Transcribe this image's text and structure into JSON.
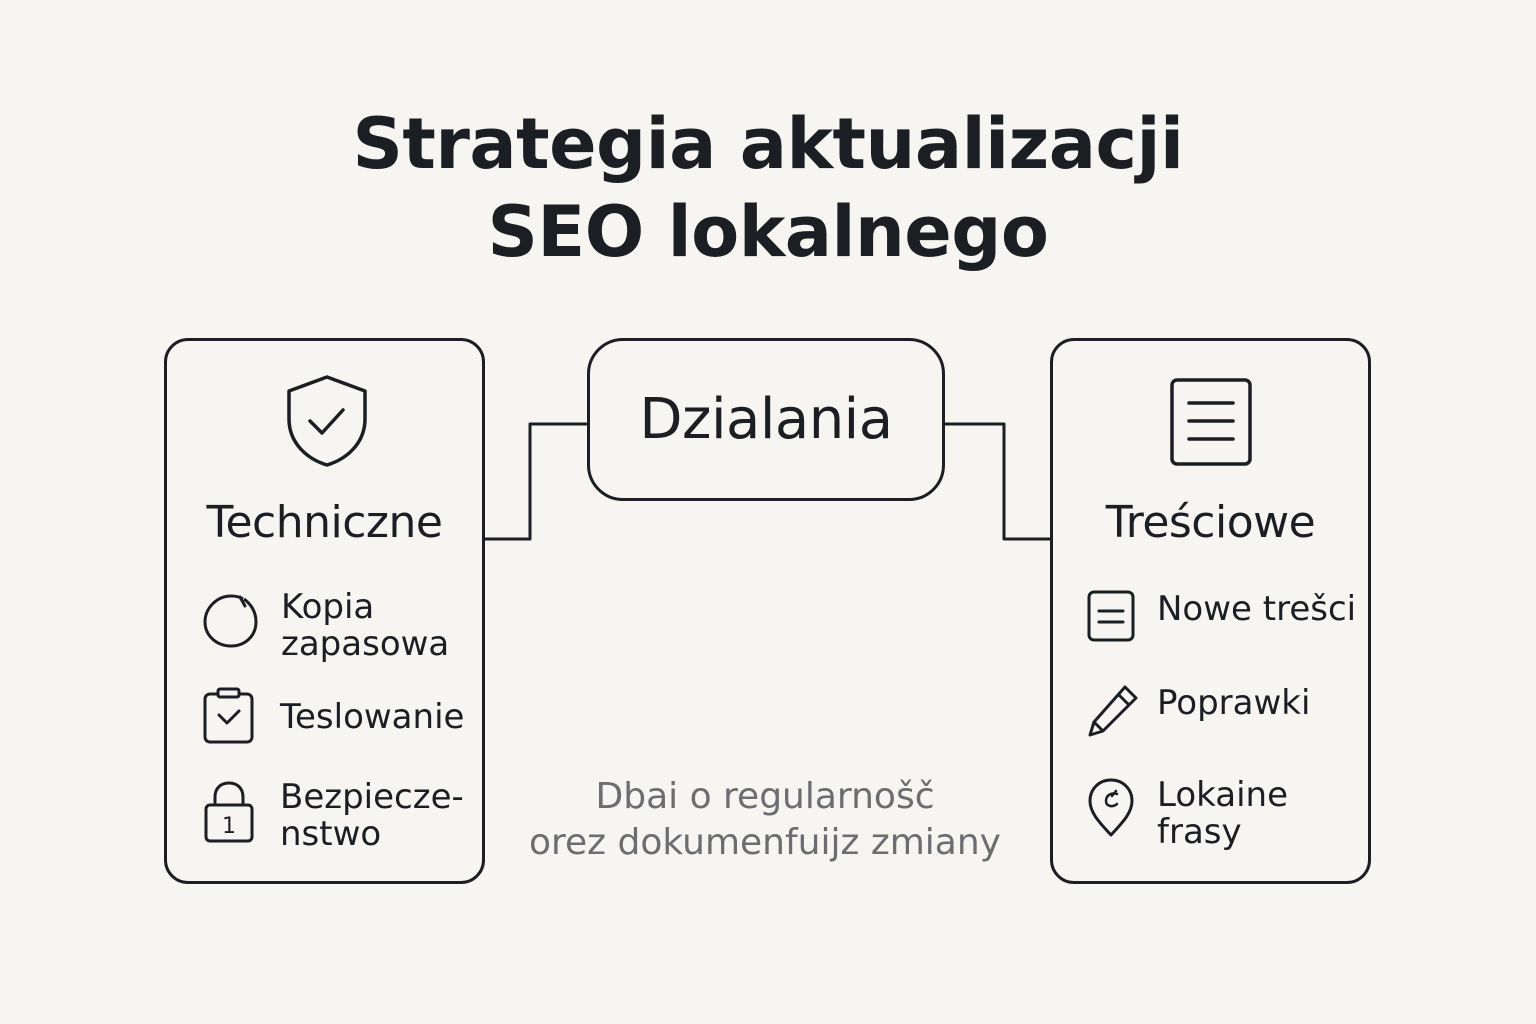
{
  "title": {
    "line1": "Strategia aktualizacji",
    "line2": "SEO lokalnego"
  },
  "center": {
    "label": "Dzialania"
  },
  "left_card": {
    "icon": "shield-check-icon",
    "title": "Techniczne",
    "items": [
      {
        "icon": "circle-icon",
        "label": "Kopia\nzapasowa"
      },
      {
        "icon": "clipboard-check-icon",
        "label": "Teslowanie"
      },
      {
        "icon": "lock-icon",
        "label": "Bezpiecze-\nnstwo"
      }
    ]
  },
  "right_card": {
    "icon": "document-icon",
    "title": "Treściowe",
    "items": [
      {
        "icon": "document-lines-icon",
        "label": "Nowe trešci"
      },
      {
        "icon": "pencil-icon",
        "label": "Poprawki"
      },
      {
        "icon": "location-pin-icon",
        "label": "Lokaine\nfrasy"
      }
    ]
  },
  "footnote": {
    "line1": "Dbai o regularnošč",
    "line2": "orez dokumenfuijz zmiany"
  },
  "colors": {
    "background": "#f6f5f1",
    "ink": "#1b1f24",
    "muted_text": "#6b6d70"
  }
}
